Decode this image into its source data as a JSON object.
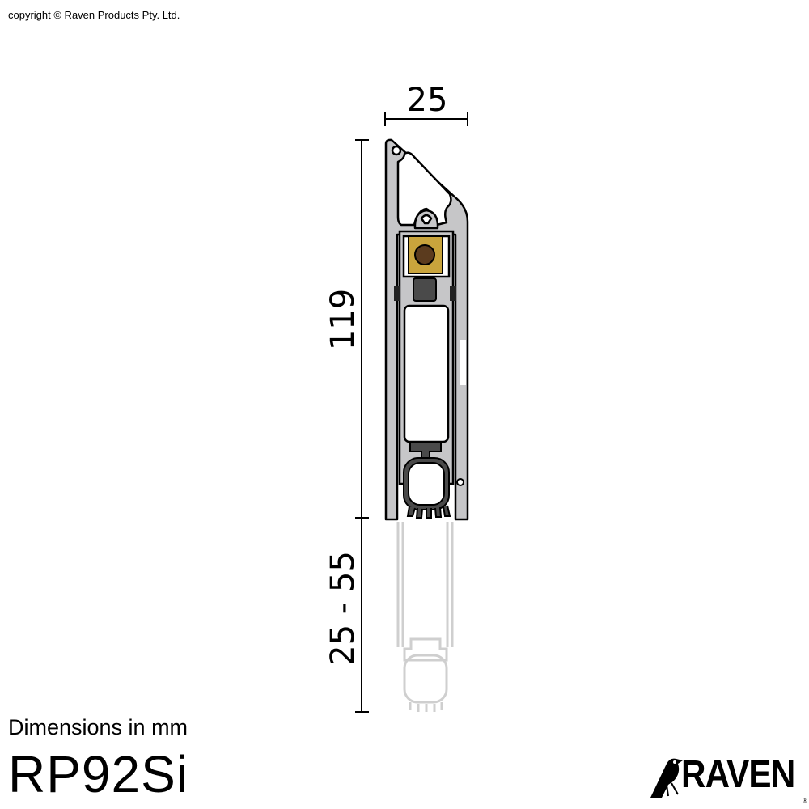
{
  "copyright": "copyright © Raven Products Pty. Ltd.",
  "dimensions_note": "Dimensions in mm",
  "model": "RP92Si",
  "logo": {
    "text": "RAVEN",
    "registered": "®"
  },
  "dimensions": {
    "width": "25",
    "height": "119",
    "drop_range": "25 - 55"
  },
  "colors": {
    "profile": "#c6c6c8",
    "brass": "#c9a43c",
    "pin": "#5b3b1e",
    "seal": "#4a4a4a",
    "ghost": "#cfcfcf"
  }
}
